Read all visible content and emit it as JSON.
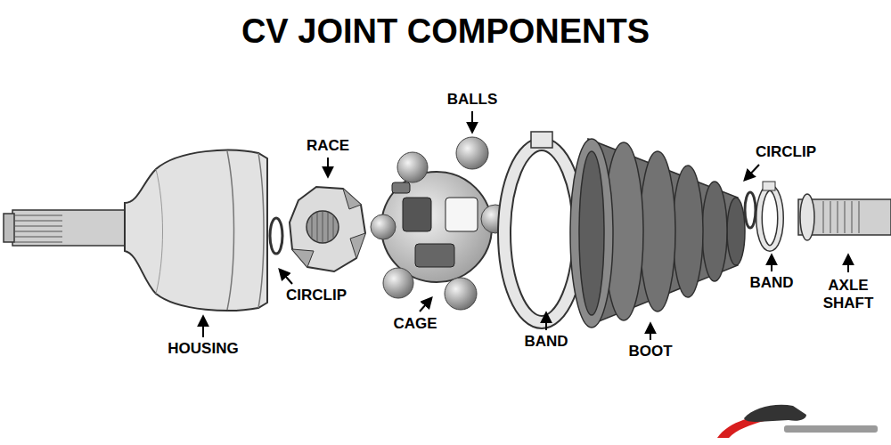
{
  "diagram": {
    "title": "CV JOINT COMPONENTS",
    "labels": [
      "BALLS",
      "RACE",
      "CIRCLIP",
      "CIRCLIP",
      "CAGE",
      "BAND",
      "BAND",
      "AXLE SHAFT",
      "HOUSING",
      "BOOT"
    ]
  }
}
